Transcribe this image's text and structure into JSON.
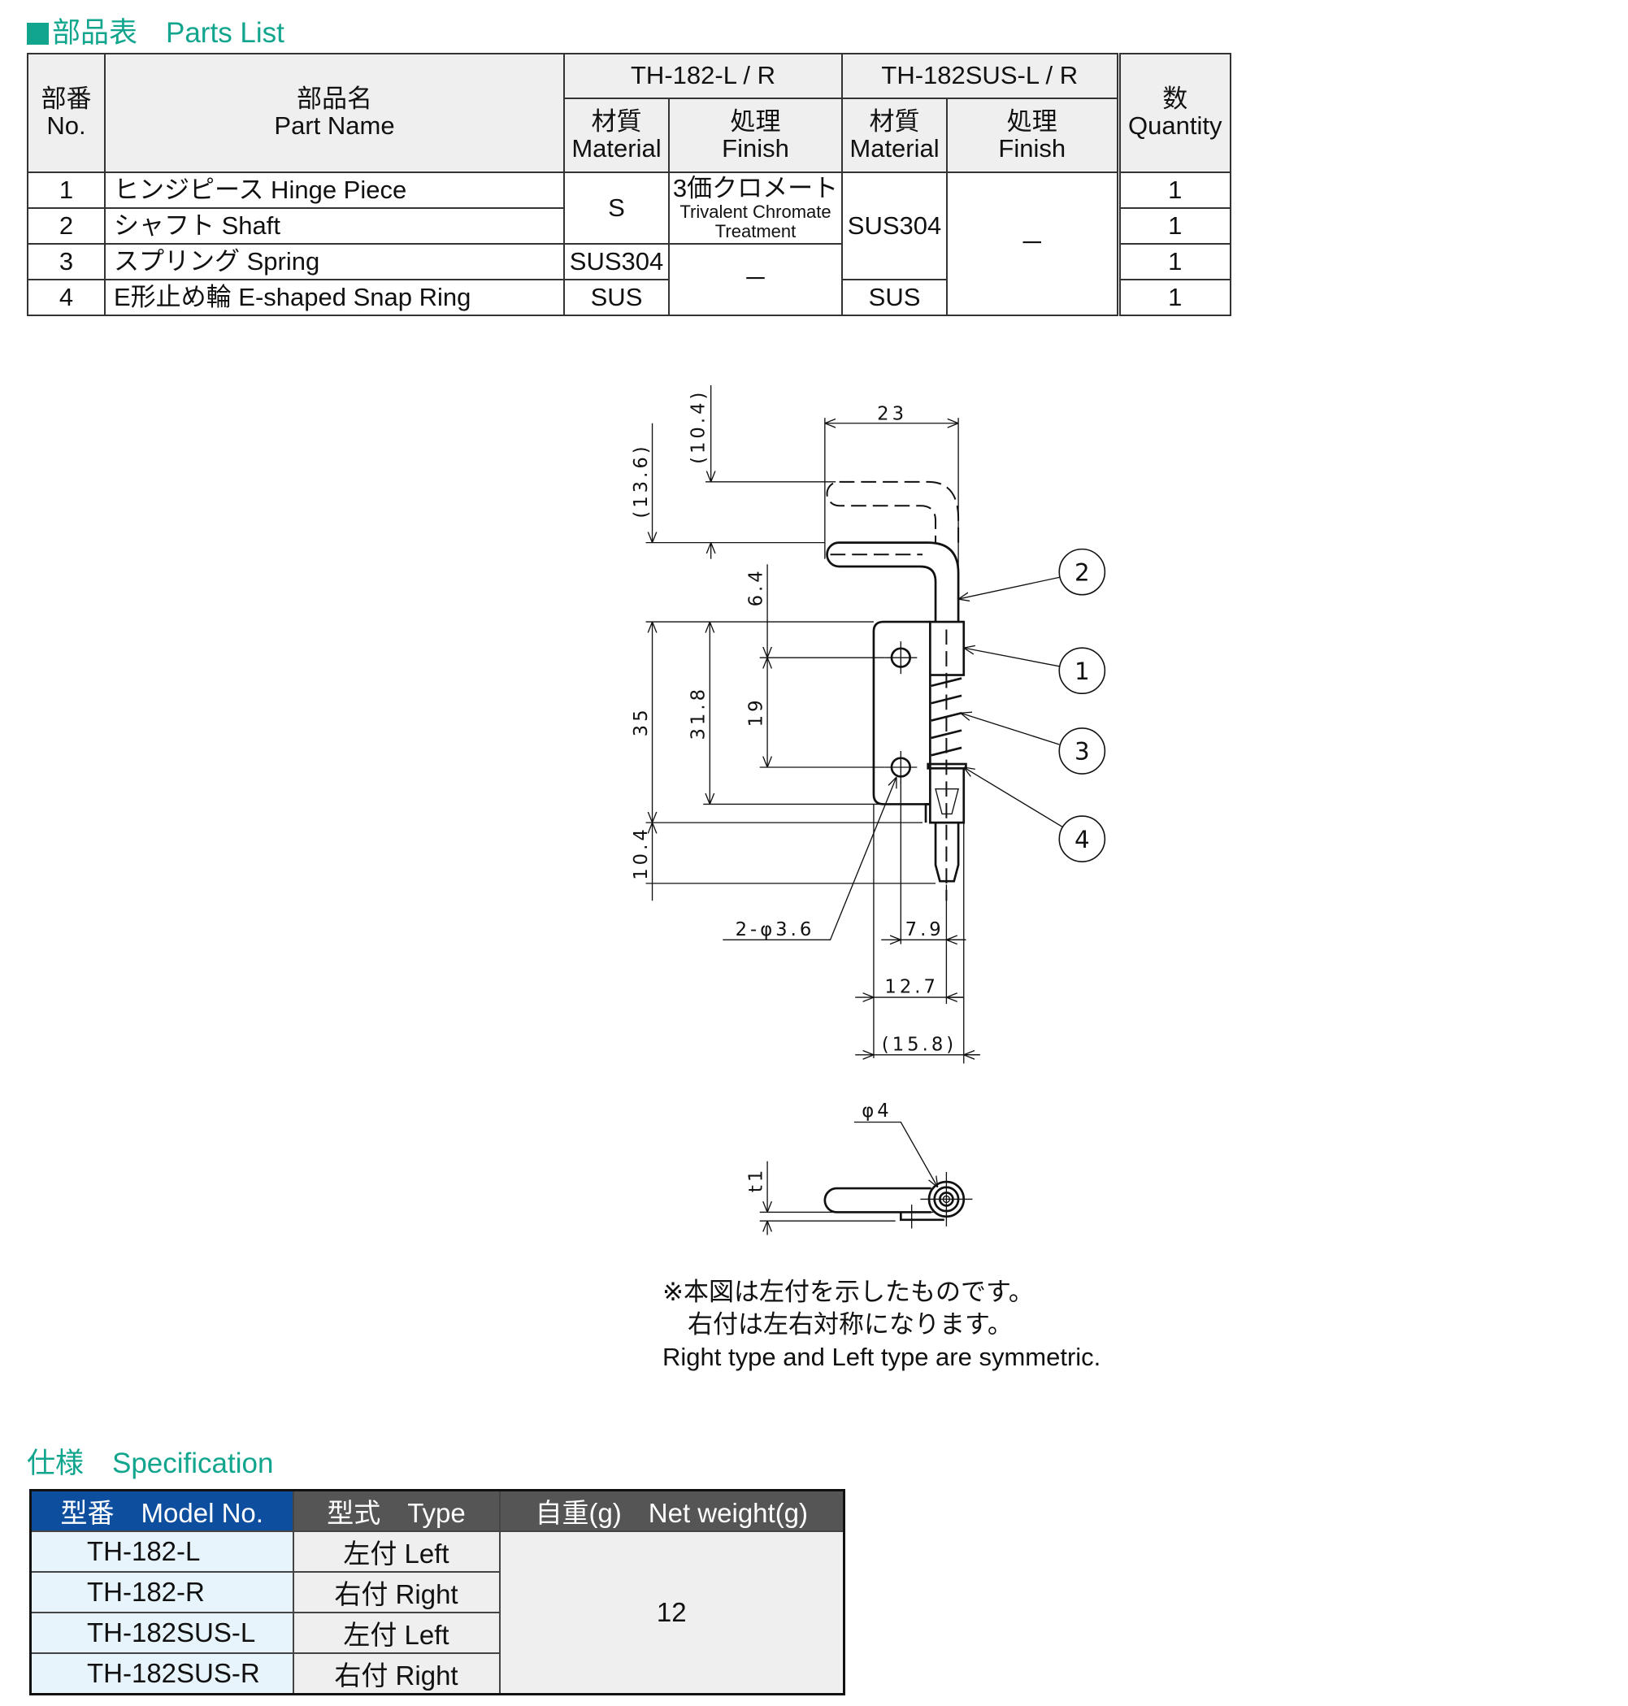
{
  "parts_list": {
    "title": "部品表　Parts List",
    "headers": {
      "no_jp": "部番",
      "no_en": "No.",
      "name_jp": "部品名",
      "name_en": "Part  Name",
      "model_a": "TH-182-L / R",
      "model_b": "TH-182SUS-L / R",
      "material_jp": "材質",
      "material_en": "Material",
      "finish_jp": "処理",
      "finish_en": "Finish",
      "qty_jp": "数",
      "qty_en": "Quantity"
    },
    "rows": [
      {
        "no": "1",
        "name": "ヒンジピース Hinge Piece",
        "qty": "1"
      },
      {
        "no": "2",
        "name": "シャフト Shaft",
        "qty": "1"
      },
      {
        "no": "3",
        "name": "スプリング Spring",
        "qty": "1"
      },
      {
        "no": "4",
        "name": "E形止め輪 E-shaped Snap Ring",
        "qty": "1"
      }
    ],
    "a_material_1_2": "S",
    "a_finish_1_2_jp": "3価クロメート",
    "a_finish_1_2_en1": "Trivalent Chromate",
    "a_finish_1_2_en2": "Treatment",
    "a_material_3": "SUS304",
    "a_material_4": "SUS",
    "a_finish_3_4": "－",
    "b_material_1_3": "SUS304",
    "b_material_4": "SUS",
    "b_finish_all": "－"
  },
  "drawing": {
    "dims": {
      "d23": "23",
      "d10_4_top": "(10.4)",
      "d13_6": "(13.6)",
      "d6_4": "6.4",
      "d35": "35",
      "d31_8": "31.8",
      "d19": "19",
      "d10_4": "10.4",
      "holes": "2-φ3.6",
      "d7_9": "7.9",
      "d12_7": "12.7",
      "d15_8": "(15.8)",
      "phi4": "φ4",
      "t1": "t1"
    },
    "balloons": [
      "2",
      "1",
      "3",
      "4"
    ]
  },
  "note": {
    "line1": "※本図は左付を示したものです。",
    "line2": "　右付は左右対称になります。",
    "line3": "Right type and Left type are symmetric."
  },
  "spec": {
    "title": "仕様　Specification",
    "headers": [
      "型番　Model No.",
      "型式　Type",
      "自重(g)　Net weight(g)"
    ],
    "rows": [
      {
        "model": "TH-182-L",
        "type": "左付 Left"
      },
      {
        "model": "TH-182-R",
        "type": "右付 Right"
      },
      {
        "model": "TH-182SUS-L",
        "type": "左付 Left"
      },
      {
        "model": "TH-182SUS-R",
        "type": "右付 Right"
      }
    ],
    "weight": "12"
  },
  "colors": {
    "accent": "#12a58e",
    "spec_header_model": "#0d4f9e",
    "spec_header": "#555555"
  }
}
